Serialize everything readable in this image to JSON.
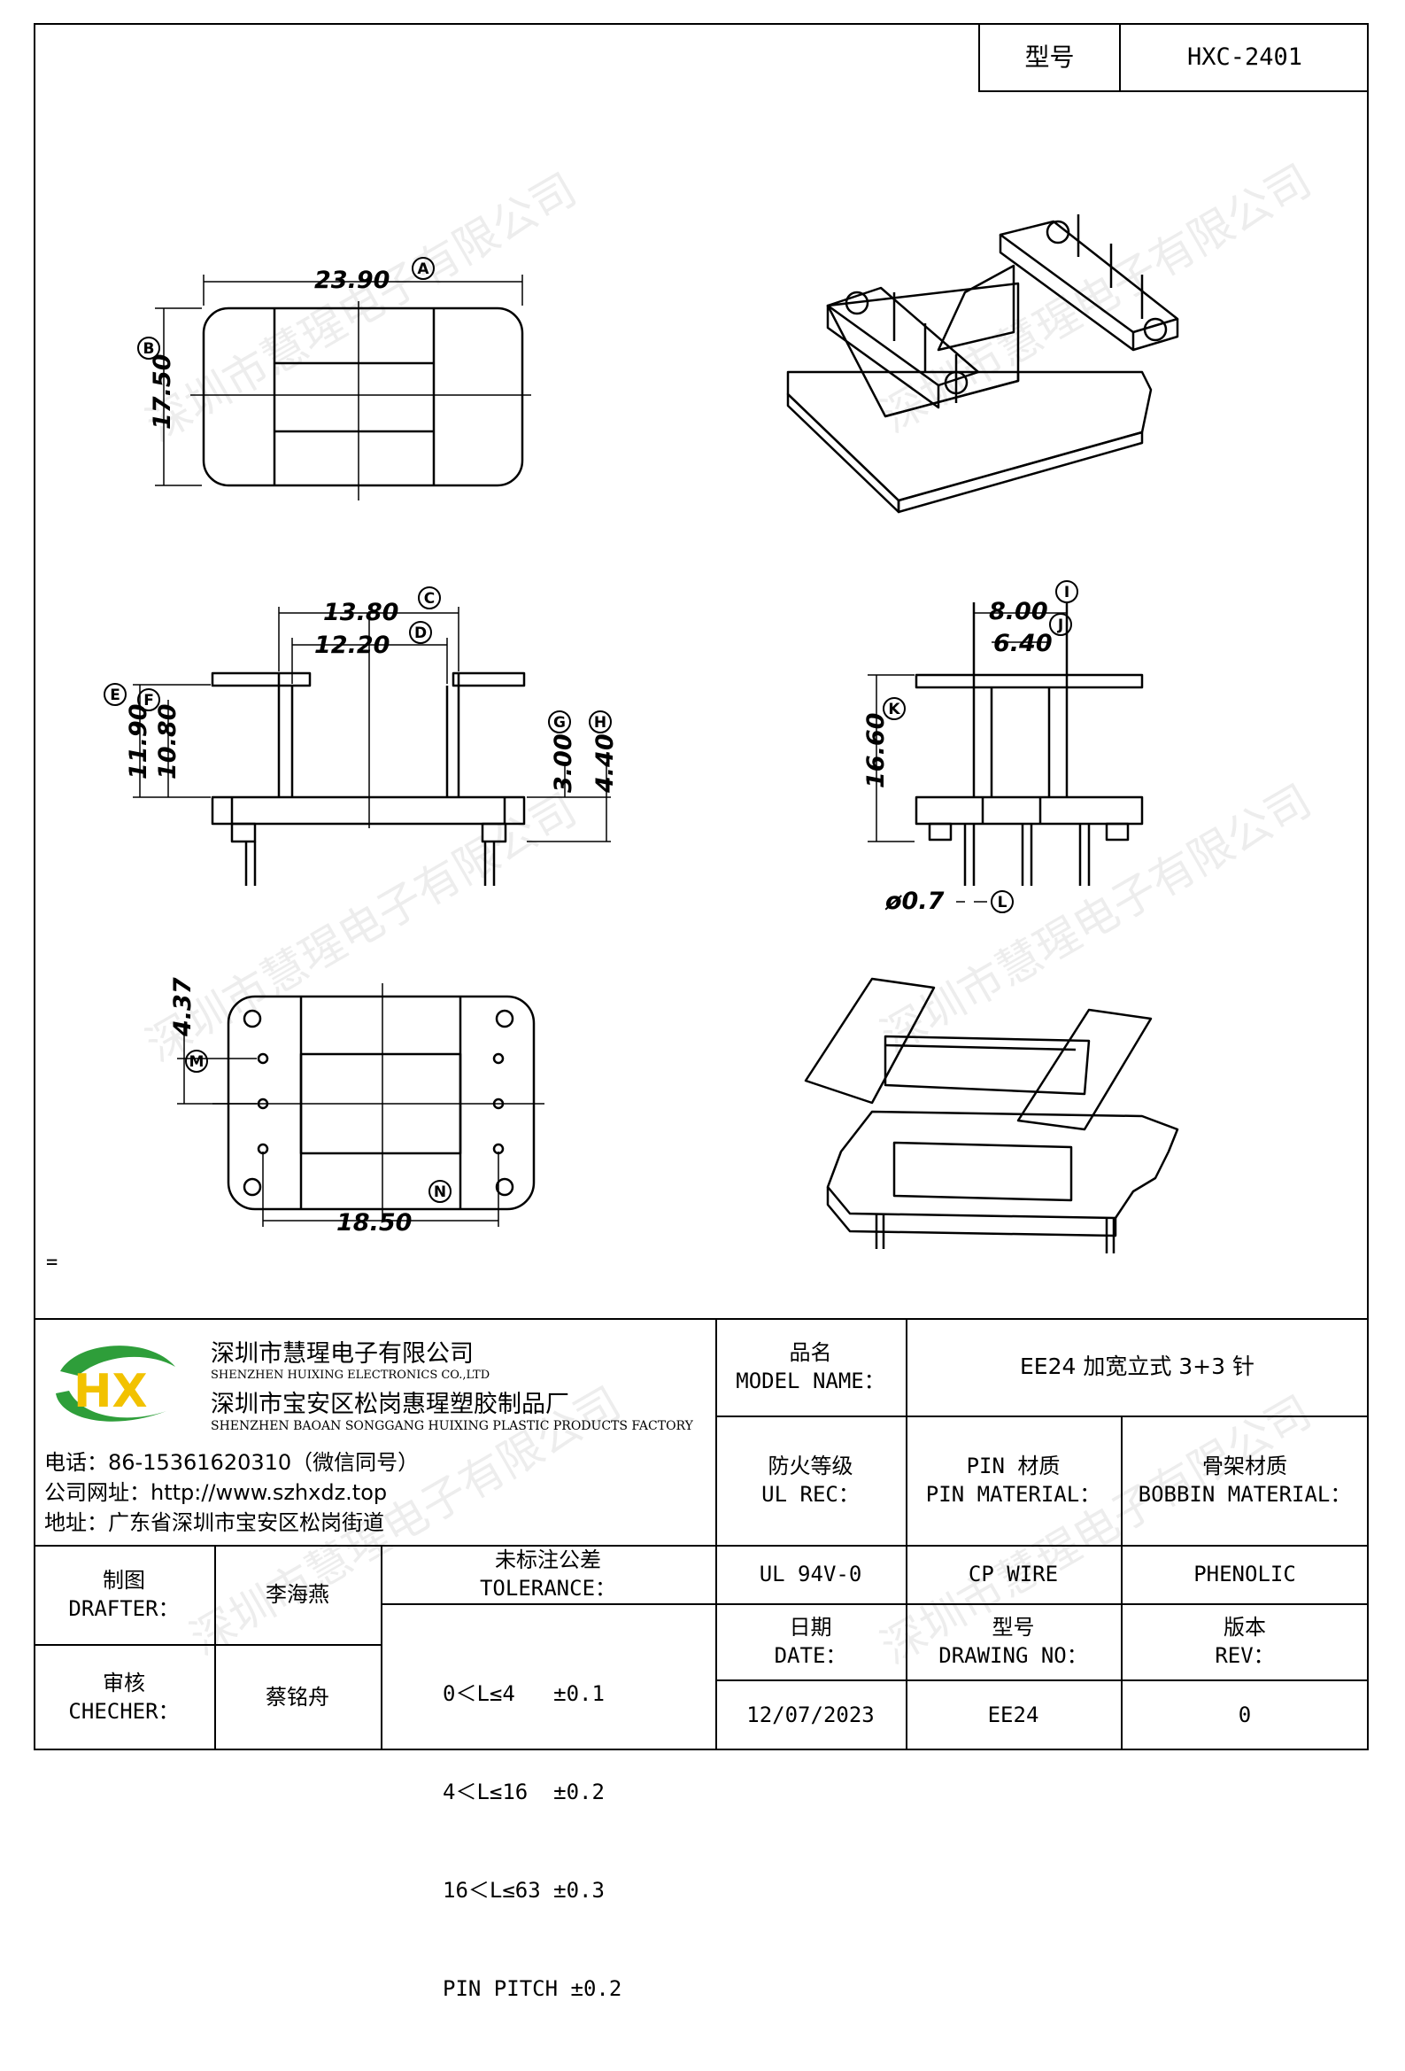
{
  "header": {
    "model_label": "型号",
    "model_value": "HXC-2401"
  },
  "drawing": {
    "dims": {
      "A": "23.90",
      "B": "17.50",
      "C": "13.80",
      "D": "12.20",
      "E": "11.90",
      "F": "10.80",
      "G": "3.00",
      "H": "4.40",
      "I": "8.00",
      "J": "6.40",
      "K": "16.60",
      "L": "ø0.7",
      "M": "4.37",
      "N": "18.50"
    },
    "callout_letters": [
      "A",
      "B",
      "C",
      "D",
      "E",
      "F",
      "G",
      "H",
      "I",
      "J",
      "K",
      "L",
      "M",
      "N"
    ],
    "stray_mark": "="
  },
  "watermark": {
    "text": "深圳市慧瑆电子有限公司"
  },
  "company": {
    "name_cn": "深圳市慧瑆电子有限公司",
    "name_en": "SHENZHEN HUIXING ELECTRONICS CO.,LTD",
    "factory_cn": "深圳市宝安区松岗惠瑆塑胶制品厂",
    "factory_en": "SHENZHEN BAOAN SONGGANG HUIXING PLASTIC PRODUCTS FACTORY",
    "phone": "电话：86-15361620310（微信同号）",
    "website": "公司网址：http://www.szhxdz.top",
    "address": "地址：广东省深圳市宝安区松岗街道",
    "logo_text": "HX",
    "colors": {
      "green": "#2e9e3a",
      "yellow": "#f2c200"
    }
  },
  "titleblock": {
    "model_name_cn": "品名",
    "model_name_en": "MODEL NAME：",
    "model_name_value": "EE24 加宽立式 3+3 针",
    "ul_cn": "防火等级",
    "ul_en": "UL REC：",
    "pin_mat_cn": "PIN 材质",
    "pin_mat_en": "PIN MATERIAL：",
    "bobbin_cn": "骨架材质",
    "bobbin_en": "BOBBIN MATERIAL：",
    "ul_value": "UL 94V-0",
    "pin_value": "CP WIRE",
    "bobbin_value": "PHENOLIC",
    "drafter_cn": "制图",
    "drafter_en": "DRAFTER：",
    "drafter_name": "李海燕",
    "checker_cn": "审核",
    "checker_en": "CHECHER：",
    "checker_name": "蔡铭舟",
    "tol_cn": "未标注公差",
    "tol_en": "TOLERANCE：",
    "tol_lines": [
      "0＜L≤4   ±0.1",
      "4＜L≤16  ±0.2",
      "16＜L≤63 ±0.3",
      "PIN PITCH ±0.2"
    ],
    "date_cn": "日期",
    "date_en": "DATE：",
    "date_value": "12/07/2023",
    "dwg_cn": "型号",
    "dwg_en": "DRAWING NO：",
    "dwg_value": "EE24",
    "rev_cn": "版本",
    "rev_en": "REV：",
    "rev_value": "0"
  }
}
